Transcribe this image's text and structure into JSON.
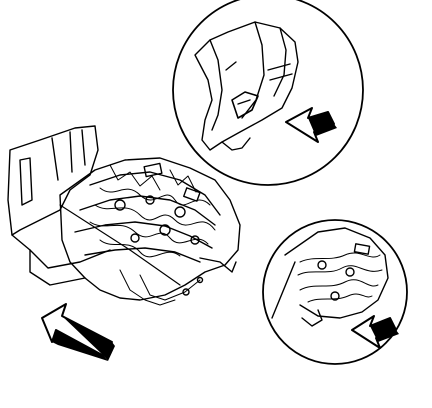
{
  "figure": {
    "description_icons": [
      "callout-detail-top",
      "callout-detail-bottom",
      "direction-arrow"
    ],
    "colors": {
      "ink": "#000000",
      "paper": "#ffffff"
    }
  }
}
